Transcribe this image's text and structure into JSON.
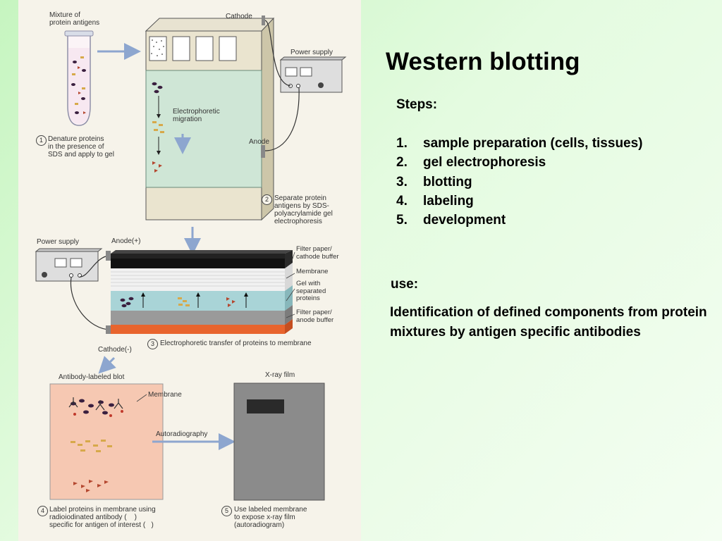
{
  "slide": {
    "title": "Western blotting",
    "steps_heading": "Steps:",
    "steps": [
      {
        "num": "1.",
        "text": "sample preparation (cells, tissues)"
      },
      {
        "num": "2.",
        "text": "gel electrophoresis"
      },
      {
        "num": "3.",
        "text": "blotting"
      },
      {
        "num": "4.",
        "text": "labeling"
      },
      {
        "num": "5.",
        "text": "development"
      }
    ],
    "use_heading": "use:",
    "use_text": "Identification of defined components from protein mixtures by antigen specific antibodies"
  },
  "figure": {
    "mixture_label": "Mixture of\nprotein antigens",
    "cathode_top": "Cathode",
    "power_supply_top": "Power supply",
    "electrophoretic_migration": "Electrophoretic\nmigration",
    "anode_top": "Anode",
    "step1": {
      "num": "1",
      "text": "Denature proteins\nin the presence of\nSDS and apply to gel"
    },
    "step2": {
      "num": "2",
      "text": "Separate protein\nantigens by SDS-\npolyacrylamide gel\nelectrophoresis"
    },
    "power_supply_mid": "Power supply",
    "anode_plus": "Anode(+)",
    "filter_cathode": "Filter paper/\ncathode buffer",
    "membrane_mid": "Membrane",
    "gel_separated": "Gel with\nseparated\nproteins",
    "filter_anode": "Filter paper/\nanode buffer",
    "cathode_minus": "Cathode(-)",
    "step3": {
      "num": "3",
      "text": "Electrophoretic transfer of proteins to membrane"
    },
    "antibody_blot": "Antibody-labeled blot",
    "membrane_low": "Membrane",
    "xray_film": "X-ray film",
    "autoradiography": "Autoradiography",
    "step4": {
      "num": "4",
      "text": "Label proteins in membrane using\nradioiodinated antibody (    )\nspecific for antigen of interest (   )"
    },
    "step5": {
      "num": "5",
      "text": "Use labeled membrane\nto expose x-ray film\n(autoradiogram)"
    }
  },
  "colors": {
    "background_start": "#c6f5c0",
    "figure_bg": "#f6f3ea",
    "gel_green": "#cfe6d6",
    "blot_pink": "#f6c8b2",
    "film_gray": "#8b8b8b",
    "arrow_blue": "#8da6cf",
    "protein_purple": "#3a1f3f",
    "protein_gold": "#d7a94a",
    "protein_red": "#b4472f",
    "transfer_cyan": "#a9d4d7",
    "anode_orange": "#e8642d"
  }
}
